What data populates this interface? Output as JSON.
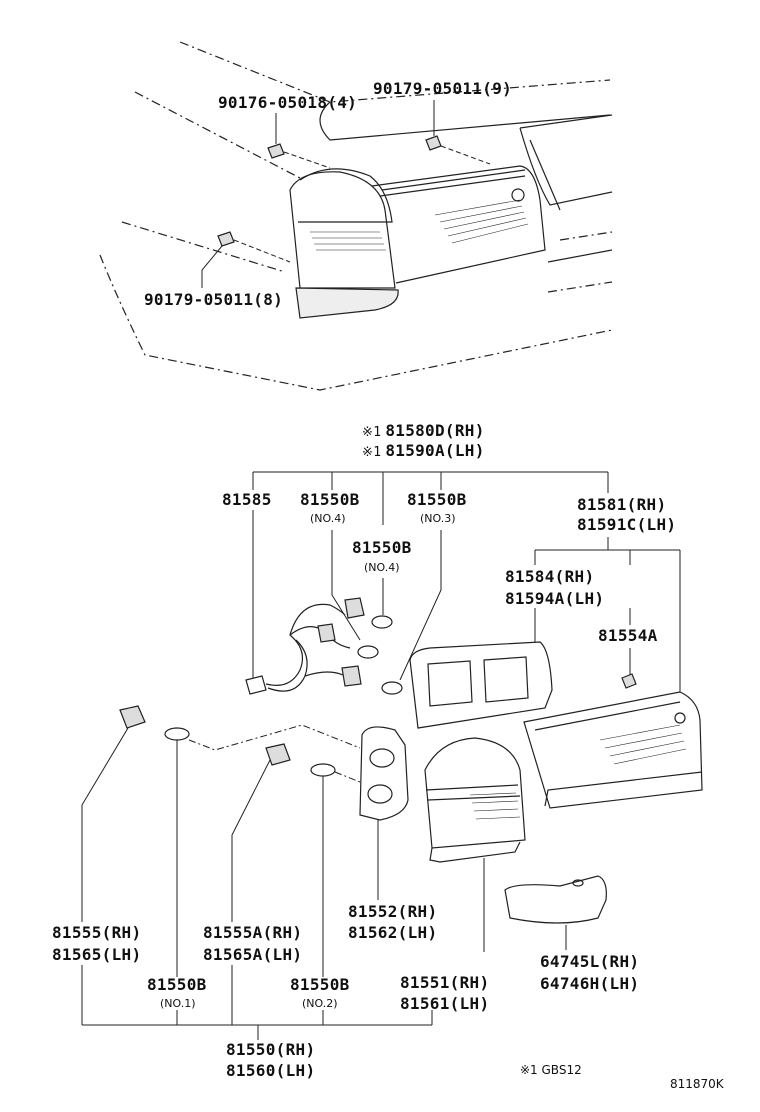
{
  "labels": {
    "p90176": "90176-05018(4)",
    "p90179_9": "90179-05011(9)",
    "p90179_8": "90179-05011(8)",
    "mark": "※1",
    "p81580": "81580D(RH)",
    "p81590": "81590A(LH)",
    "p81585": "81585",
    "p81550b_a": "81550B",
    "no4_a": "(NO.4)",
    "p81550b_b": "81550B",
    "no3": "(NO.3)",
    "p81550b_c": "81550B",
    "no4_b": "(NO.4)",
    "p81581": "81581(RH)",
    "p81591": "81591C(LH)",
    "p81584": "81584(RH)",
    "p81594": "81594A(LH)",
    "p81554": "81554A",
    "p81555": "81555(RH)",
    "p81565": "81565(LH)",
    "p81555a": "81555A(RH)",
    "p81565a": "81565A(LH)",
    "p81552": "81552(RH)",
    "p81562": "81562(LH)",
    "p64745": "64745L(RH)",
    "p64746": "64746H(LH)",
    "p81550b_d": "81550B",
    "no1": "(NO.1)",
    "p81550b_e": "81550B",
    "no2": "(NO.2)",
    "p81551": "81551(RH)",
    "p81561": "81561(LH)",
    "p81550": "81550(RH)",
    "p81560": "81560(LH)",
    "footnote": "※1 GBS12",
    "diagram_id": "811870K"
  }
}
